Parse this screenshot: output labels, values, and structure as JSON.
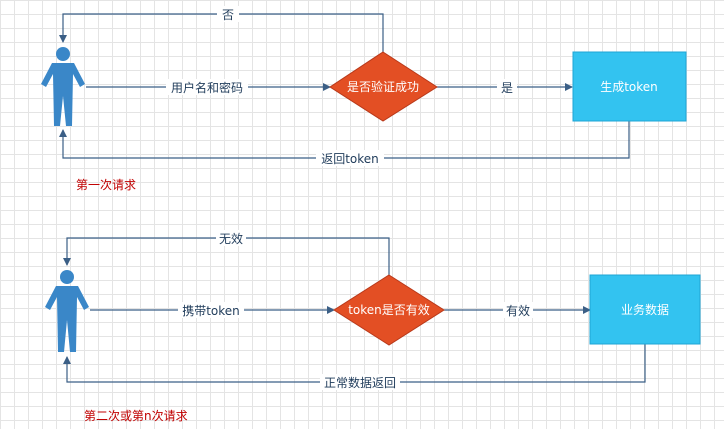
{
  "flow1": {
    "decision": "是否验证成功",
    "process": "生成token",
    "edge_request": "用户名和密码",
    "edge_yes": "是",
    "edge_no": "否",
    "edge_return": "返回token",
    "caption": "第一次请求"
  },
  "flow2": {
    "decision": "token是否有效",
    "process": "业务数据",
    "edge_request": "携带token",
    "edge_yes": "有效",
    "edge_no": "无效",
    "edge_return": "正常数据返回",
    "caption": "第二次或第n次请求"
  },
  "colors": {
    "person": "#3a87c8",
    "decision": "#e34f24",
    "process": "#33c3f0",
    "edge": "#3b5f86",
    "caption": "#c00000"
  },
  "icons": {
    "actor": "person-icon"
  }
}
